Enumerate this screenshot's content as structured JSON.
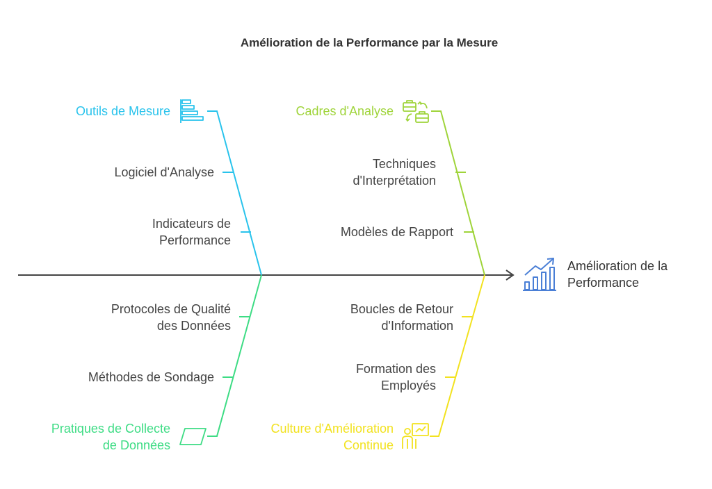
{
  "title": "Amélioration de la Performance par la Mesure",
  "effect": "Amélioration de la\nPerformance",
  "colors": {
    "outils": "#29c3ec",
    "cadres": "#9fd43a",
    "pratiques": "#3ddc84",
    "culture": "#f2e21f",
    "spine": "#444444",
    "effect_icon": "#4a7fd6",
    "text": "#444444"
  },
  "categories": {
    "outils": {
      "label": "Outils de Mesure",
      "icon": "bar-list-icon",
      "causes": [
        "Logiciel d'Analyse",
        "Indicateurs de\nPerformance"
      ]
    },
    "cadres": {
      "label": "Cadres d'Analyse",
      "icon": "briefcase-swap-icon",
      "causes": [
        "Techniques\nd'Interprétation",
        "Modèles de Rapport"
      ]
    },
    "pratiques": {
      "label": "Pratiques de Collecte\nde Données",
      "icon": "parallelogram-icon",
      "causes": [
        "Protocoles de Qualité\ndes Données",
        "Méthodes de Sondage"
      ]
    },
    "culture": {
      "label": "Culture d'Amélioration\nContinue",
      "icon": "presenter-icon",
      "causes": [
        "Boucles de Retour\nd'Information",
        "Formation des\nEmployés"
      ]
    }
  }
}
